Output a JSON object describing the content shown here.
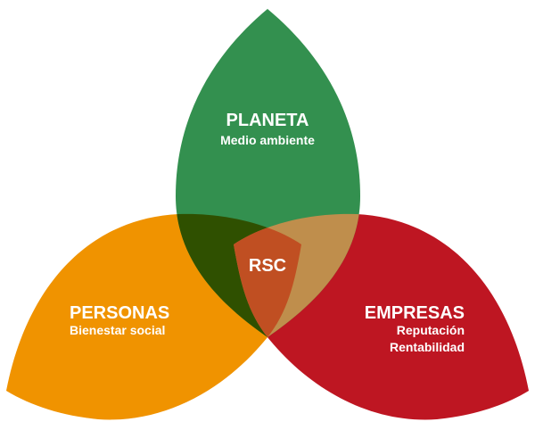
{
  "colors": {
    "planeta": "#33904F",
    "personas": "#F09300",
    "empresas": "#BE1622",
    "planeta_personas": "#2F5000",
    "planeta_empresas": "#BF8E4C",
    "rsc": "#C04F22"
  },
  "planeta": {
    "title": "PLANETA",
    "subtitle": "Medio ambiente"
  },
  "personas": {
    "title": "PERSONAS",
    "subtitle": "Bienestar social"
  },
  "empresas": {
    "title": "EMPRESAS",
    "lines": [
      "Reputación",
      "Rentabilidad"
    ]
  },
  "center": {
    "title": "RSC"
  }
}
